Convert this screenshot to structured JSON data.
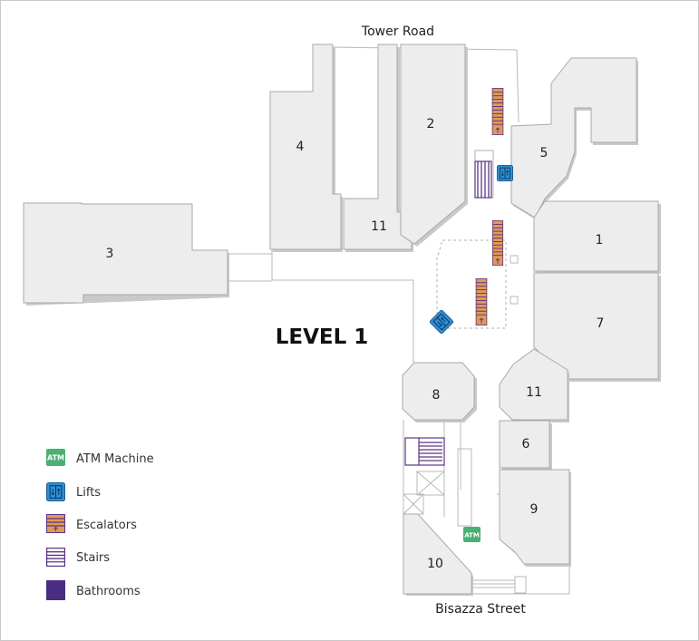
{
  "map": {
    "level_title": "LEVEL 1",
    "streets": {
      "north": "Tower Road",
      "south": "Bisazza Street"
    },
    "units": [
      {
        "id": "unit-1",
        "label": "1"
      },
      {
        "id": "unit-2",
        "label": "2"
      },
      {
        "id": "unit-3",
        "label": "3"
      },
      {
        "id": "unit-4",
        "label": "4"
      },
      {
        "id": "unit-5",
        "label": "5"
      },
      {
        "id": "unit-6",
        "label": "6"
      },
      {
        "id": "unit-7",
        "label": "7"
      },
      {
        "id": "unit-8",
        "label": "8"
      },
      {
        "id": "unit-9",
        "label": "9"
      },
      {
        "id": "unit-10",
        "label": "10"
      },
      {
        "id": "unit-11-north",
        "label": "11"
      },
      {
        "id": "unit-11-east",
        "label": "11"
      }
    ],
    "colors": {
      "atm": "#4caf73",
      "lift": "#2f8fd6",
      "escalator": "#e09a55",
      "escalator_line": "#5b3486",
      "stairs": "#5b3486",
      "bathroom": "#4b2d84",
      "unit_fill": "#ededed"
    }
  },
  "legend": {
    "atm": {
      "icon": "atm-icon",
      "label": "ATM Machine",
      "icon_text": "ATM"
    },
    "lifts": {
      "icon": "lift-icon",
      "label": "Lifts"
    },
    "escalators": {
      "icon": "escalator-icon",
      "label": "Escalators"
    },
    "stairs": {
      "icon": "stairs-icon",
      "label": "Stairs"
    },
    "bathrooms": {
      "icon": "bathroom-icon",
      "label": "Bathrooms"
    }
  }
}
